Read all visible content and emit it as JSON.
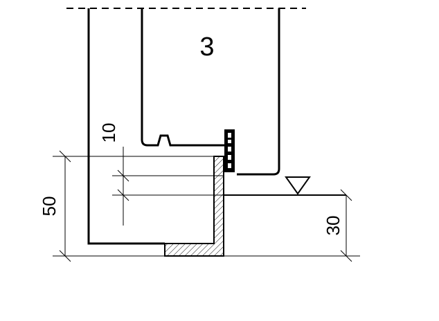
{
  "drawing": {
    "part_number": "3",
    "dimensions": {
      "overall_height": "50",
      "gap": "10",
      "step_height": "30"
    },
    "colors": {
      "line": "#000000",
      "background": "#ffffff",
      "hatch": "#000000"
    },
    "symbols": {
      "level_marker": "triangle-level-icon"
    }
  }
}
